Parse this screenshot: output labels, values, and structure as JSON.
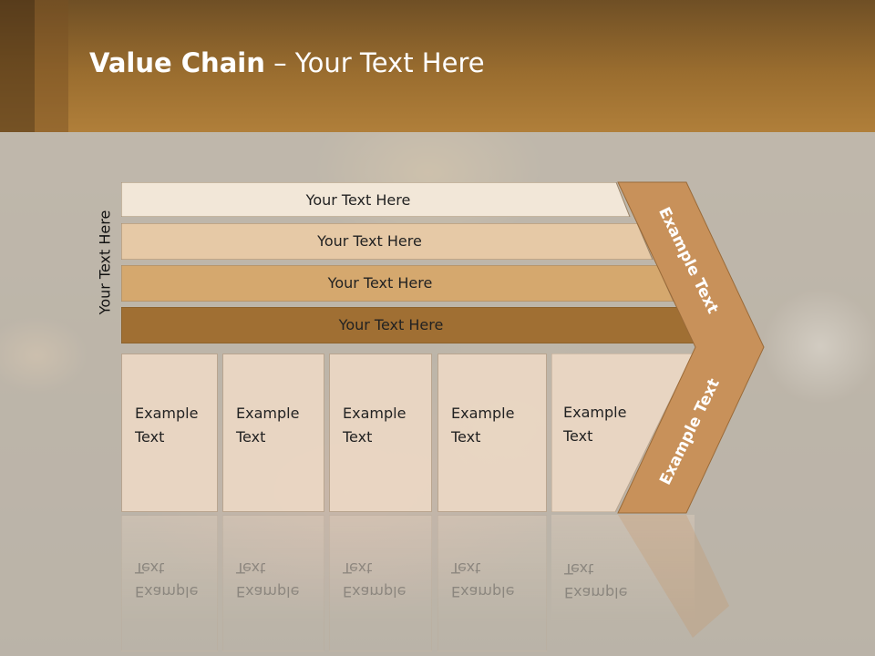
{
  "title": {
    "bold": "Value Chain",
    "rest": " – Your Text Here"
  },
  "side_label": "Your Text Here",
  "bars": [
    {
      "label": "Your Text Here",
      "color": "#f2e7d8"
    },
    {
      "label": "Your Text Here",
      "color": "#e6c9a6"
    },
    {
      "label": "Your Text Here",
      "color": "#d5a86e"
    },
    {
      "label": "Your Text Here",
      "color": "#a06f33"
    }
  ],
  "columns": [
    {
      "line1": "Example",
      "line2": "Text"
    },
    {
      "line1": "Example",
      "line2": "Text"
    },
    {
      "line1": "Example",
      "line2": "Text"
    },
    {
      "line1": "Example",
      "line2": "Text"
    },
    {
      "line1": "Example",
      "line2": "Text"
    }
  ],
  "chevron": {
    "top_text": "Example Text",
    "bottom_text": "Example Text",
    "color": "#c8915a"
  },
  "header_color": "#a57535"
}
